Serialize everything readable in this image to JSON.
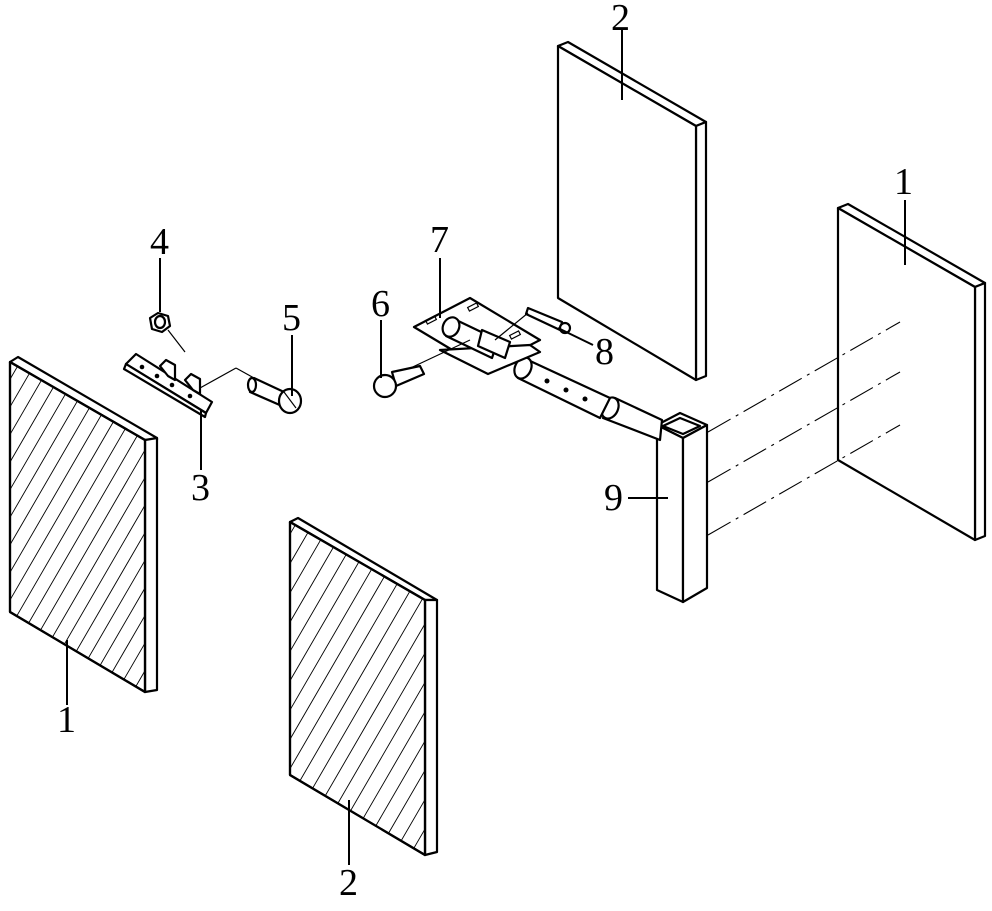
{
  "labels": {
    "panel_left_front": "1",
    "panel_right_back": "1",
    "panel_top_back": "2",
    "panel_bottom_front": "2",
    "hinge_plate": "3",
    "nut": "4",
    "bolt": "5",
    "pin": "6",
    "hinge_bracket": "7",
    "split_pin": "8",
    "post": "9"
  },
  "colors": {
    "line": "#000000",
    "background": "#ffffff"
  }
}
